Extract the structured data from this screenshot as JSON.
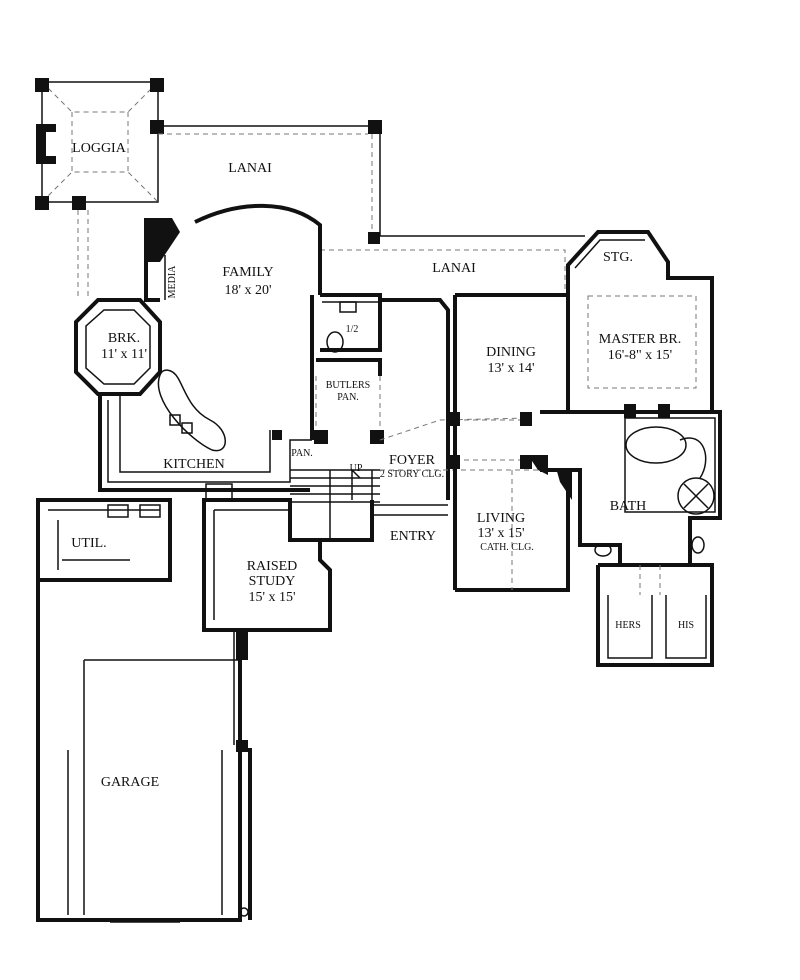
{
  "rooms": {
    "loggia": "LOGGIA",
    "lanai_top": "LANAI",
    "lanai_mid": "LANAI",
    "family": "FAMILY",
    "family_dim": "18' x 20'",
    "media": "MEDIA",
    "brk": "BRK.",
    "brk_dim": "11' x 11'",
    "half_bath": "1/2",
    "butlers": "BUTLERS",
    "pan": "PAN.",
    "pantry": "PAN.",
    "kitchen": "KITCHEN",
    "foyer": "FOYER",
    "foyer_note": "2 STORY CLG.",
    "up": "UP",
    "dining": "DINING",
    "dining_dim": "13' x 14'",
    "stg": "STG.",
    "master": "MASTER BR.",
    "master_dim": "16'-8\" x 15'",
    "bath": "BATH",
    "living": "LIVING",
    "living_dim": "13' x 15'",
    "living_note": "CATH. CLG.",
    "entry": "ENTRY",
    "util": "UTIL.",
    "raised": "RAISED",
    "study": "STUDY",
    "study_dim": "15' x 15'",
    "hers": "HERS",
    "his": "HIS",
    "garage": "GARAGE"
  }
}
